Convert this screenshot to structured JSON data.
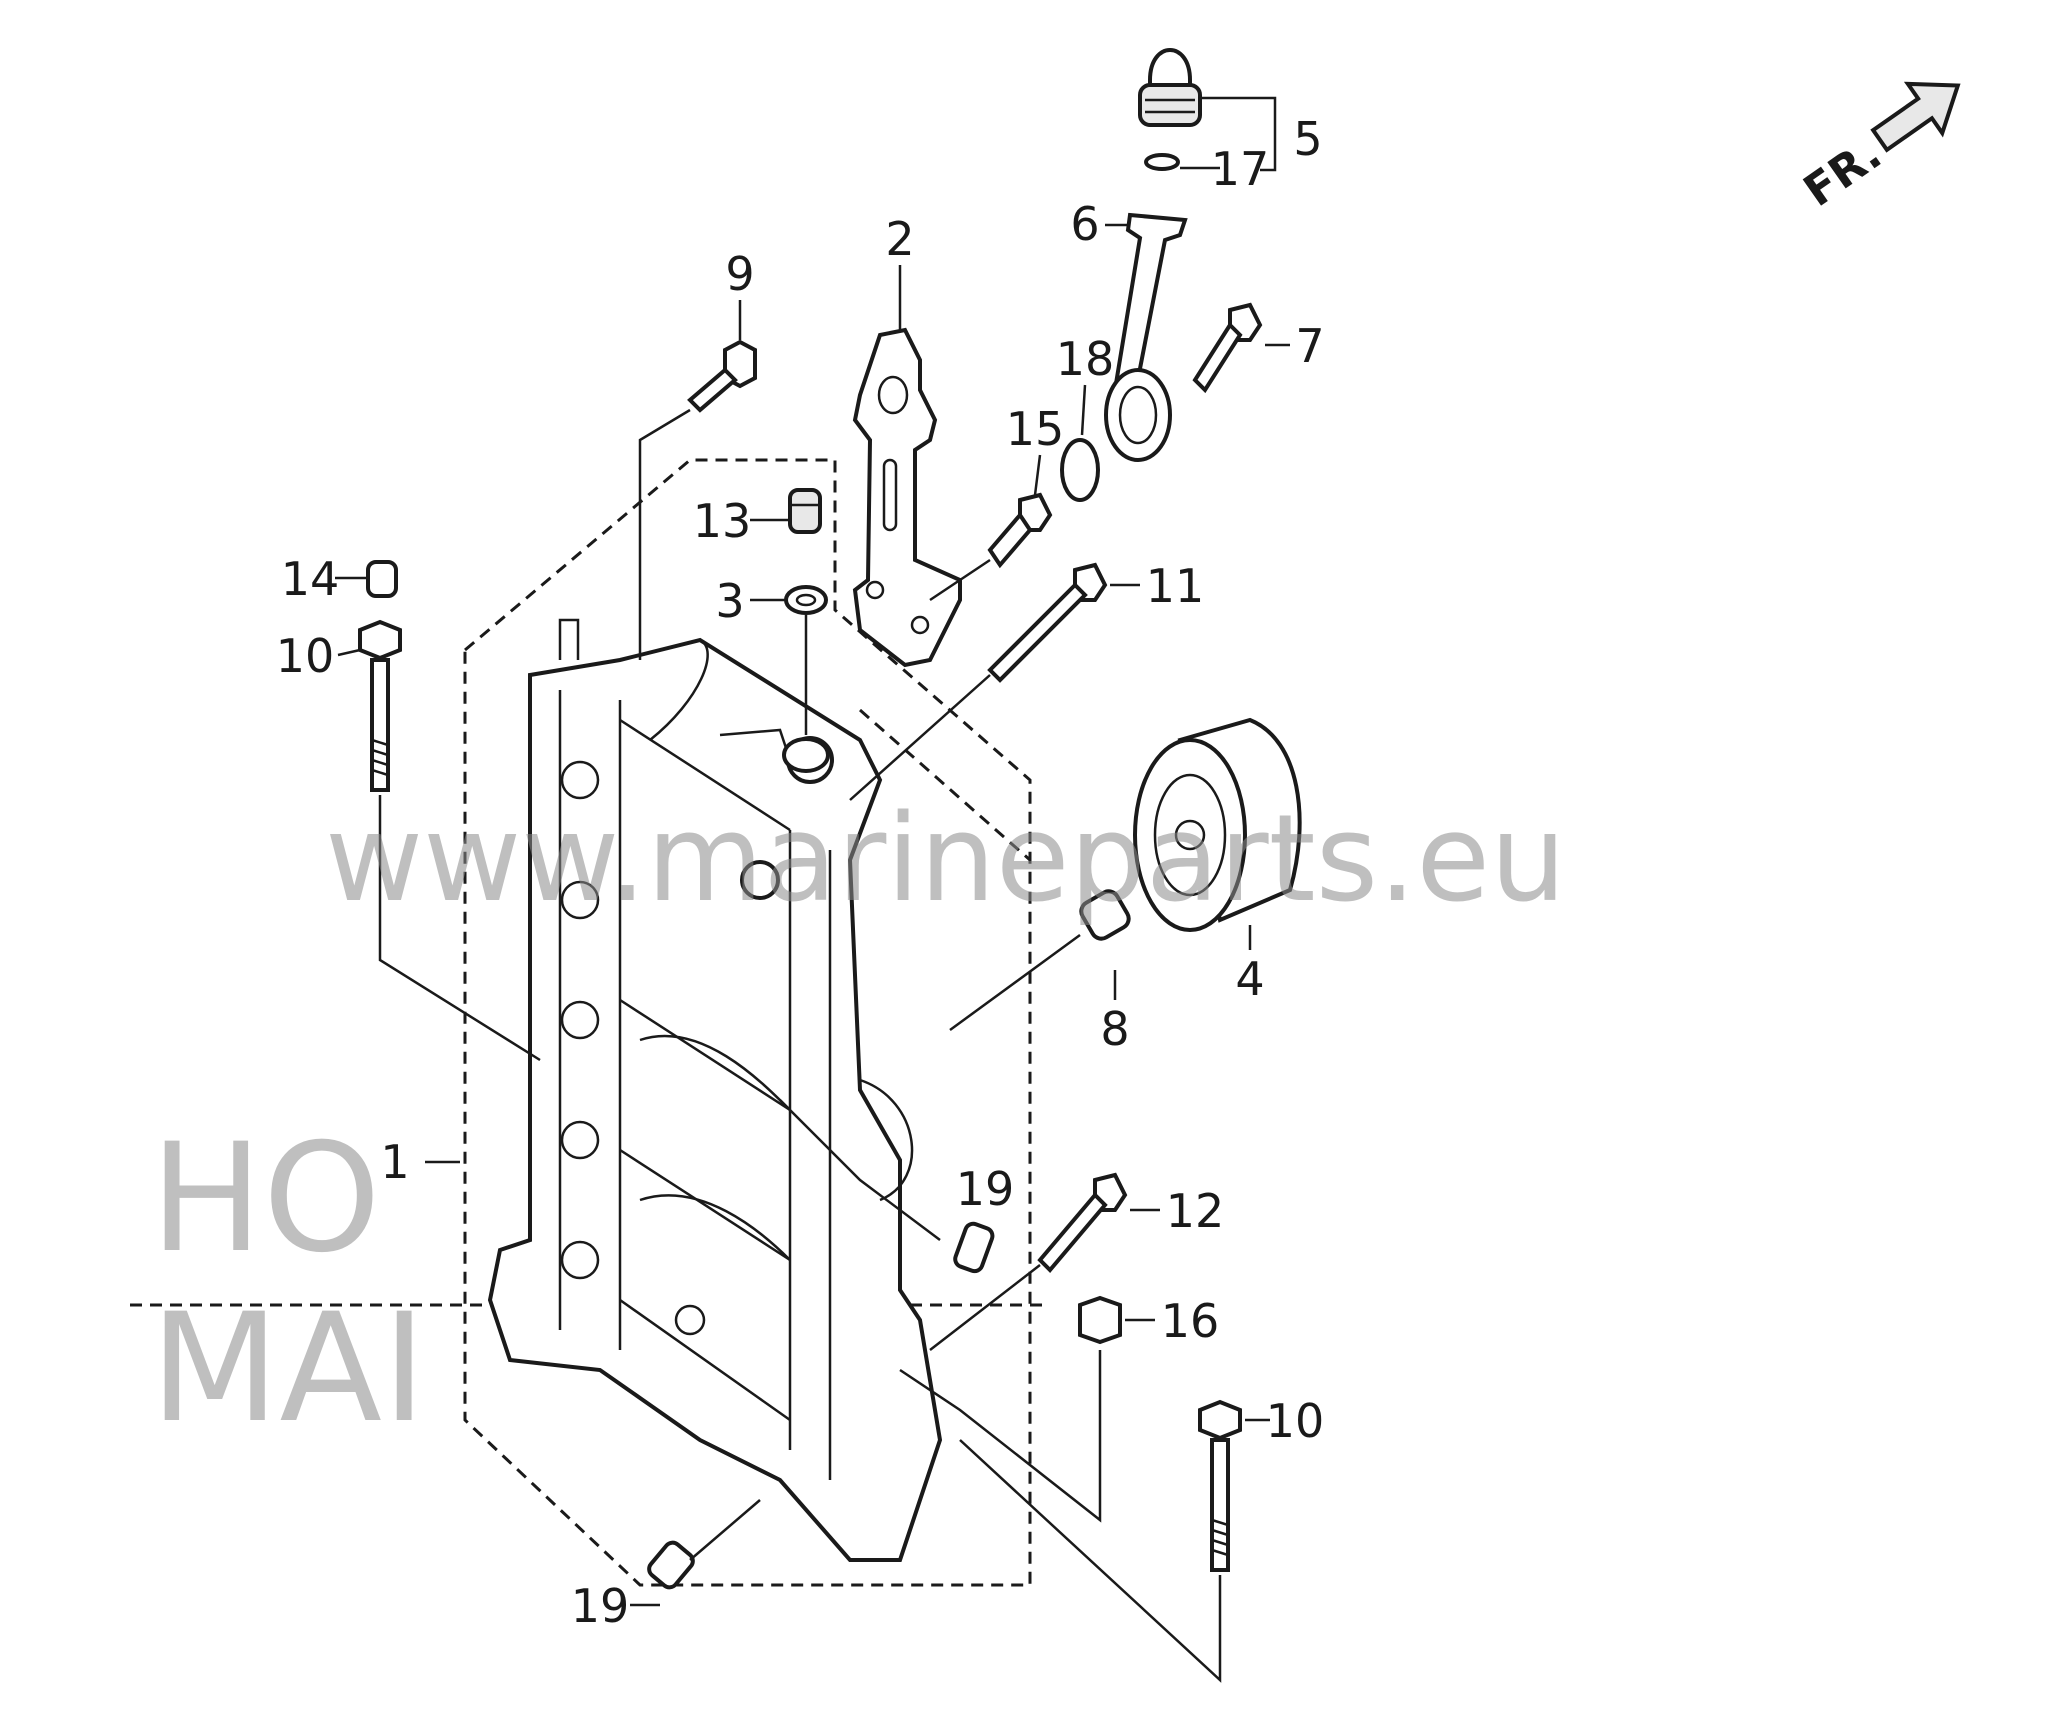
{
  "watermark": {
    "url_text": "www.marineparts.eu",
    "ghost_line1": "HO",
    "ghost_line2": "MAI"
  },
  "direction_marker": {
    "label": "FR.",
    "icon": "arrow-up-right-icon"
  },
  "callouts": [
    {
      "id": "c1",
      "text": "1"
    },
    {
      "id": "c2",
      "text": "2"
    },
    {
      "id": "c3",
      "text": "3"
    },
    {
      "id": "c4",
      "text": "4"
    },
    {
      "id": "c5",
      "text": "5"
    },
    {
      "id": "c6",
      "text": "6"
    },
    {
      "id": "c7",
      "text": "7"
    },
    {
      "id": "c8",
      "text": "8"
    },
    {
      "id": "c9",
      "text": "9"
    },
    {
      "id": "c10a",
      "text": "10"
    },
    {
      "id": "c10b",
      "text": "10"
    },
    {
      "id": "c11",
      "text": "11"
    },
    {
      "id": "c12",
      "text": "12"
    },
    {
      "id": "c13",
      "text": "13"
    },
    {
      "id": "c14",
      "text": "14"
    },
    {
      "id": "c15",
      "text": "15"
    },
    {
      "id": "c16",
      "text": "16"
    },
    {
      "id": "c17",
      "text": "17"
    },
    {
      "id": "c18",
      "text": "18"
    },
    {
      "id": "c19a",
      "text": "19"
    },
    {
      "id": "c19b",
      "text": "19"
    }
  ]
}
